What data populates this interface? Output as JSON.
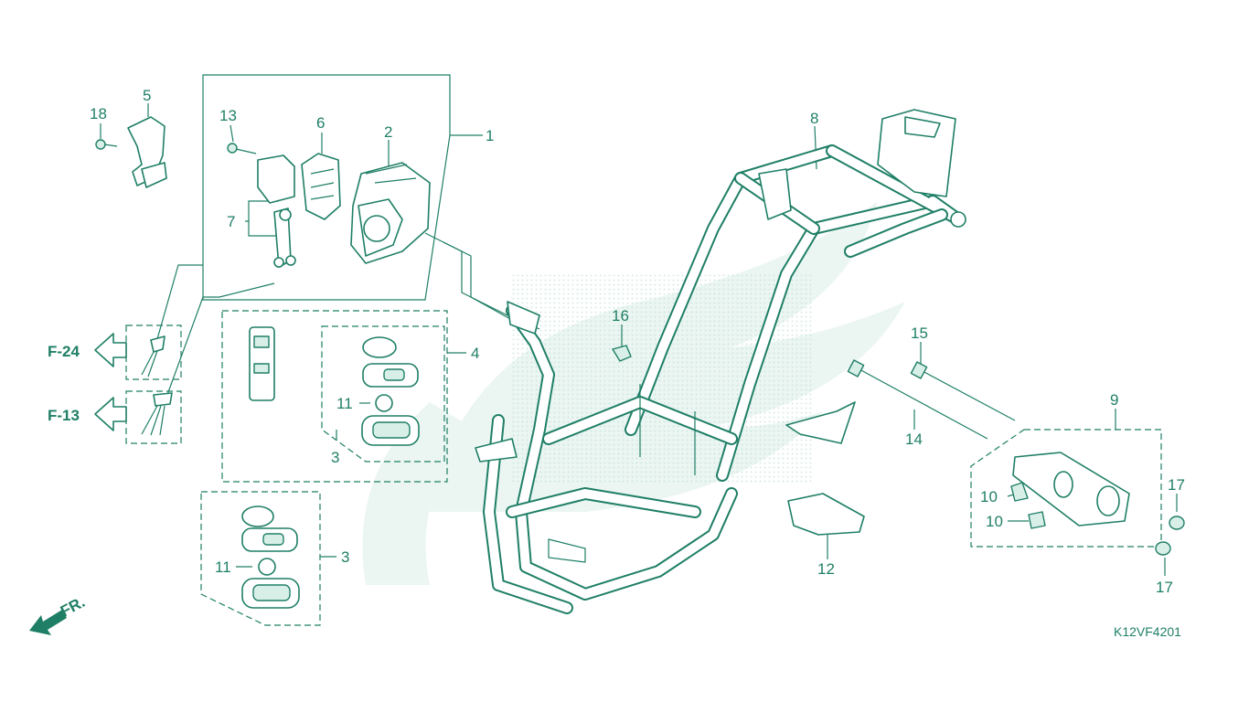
{
  "diagram": {
    "code": "K12VF4201",
    "direction_marker": "FR.",
    "references": [
      {
        "id": "f24",
        "label": "F-24"
      },
      {
        "id": "f13",
        "label": "F-13"
      }
    ],
    "callouts": {
      "c1": "1",
      "c2": "2",
      "c3a": "3",
      "c3b": "3",
      "c4": "4",
      "c5": "5",
      "c6": "6",
      "c7": "7",
      "c8": "8",
      "c9": "9",
      "c10a": "10",
      "c10b": "10",
      "c11a": "11",
      "c11b": "11",
      "c12": "12",
      "c13": "13",
      "c14": "14",
      "c15": "15",
      "c16": "16",
      "c17a": "17",
      "c17b": "17",
      "c18": "18"
    }
  },
  "colors": {
    "line": "#1f7f66",
    "watermark": "#dcefe8",
    "fill": "#d8efe8"
  }
}
